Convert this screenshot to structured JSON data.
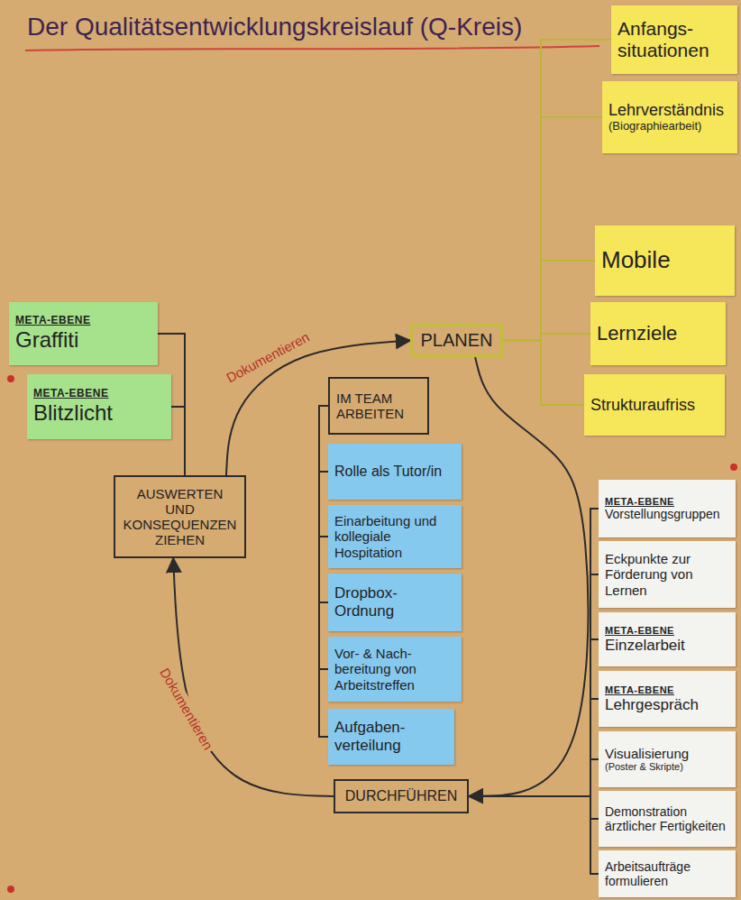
{
  "diagram": {
    "title": "Der Qualitätsentwicklungskreislauf (Q-Kreis)",
    "nodes": [
      {
        "text": [
          "PLANEN"
        ]
      },
      {
        "text": [
          "Anfangs- situationen"
        ]
      },
      {
        "text": [
          "Lehrverständnis",
          "(Biographiearbeit)"
        ]
      },
      {
        "text": [
          "Mobile"
        ]
      },
      {
        "text": [
          "Lernziele"
        ]
      },
      {
        "text": [
          "Strukturaufriss"
        ]
      },
      {
        "text": [
          "META-EBENE",
          "Graffiti"
        ]
      },
      {
        "text": [
          "META-EBENE",
          "Blitzlicht"
        ]
      },
      {
        "text": [
          "AUSWERTEN UND KONSEQUENZEN ZIEHEN"
        ]
      },
      {
        "text": [
          "IM TEAM ARBEITEN"
        ]
      },
      {
        "text": [
          "Rolle als Tutor/in"
        ]
      },
      {
        "text": [
          "Einarbeitung und kollegiale Hospitation"
        ]
      },
      {
        "text": [
          "Dropbox- Ordnung"
        ]
      },
      {
        "text": [
          "Vor- & Nach- bereitung von Arbeitstreffen"
        ]
      },
      {
        "text": [
          "Aufgaben- verteilung"
        ]
      },
      {
        "text": [
          "DURCHFÜHREN"
        ]
      },
      {
        "text": [
          "META-EBENE",
          "Vorstellungsgruppen"
        ]
      },
      {
        "text": [
          "Eckpunkte zur Förderung von Lernen"
        ]
      },
      {
        "text": [
          "META-EBENE",
          "Einzelarbeit"
        ]
      },
      {
        "text": [
          "META-EBENE",
          "Lehrgespräch"
        ]
      },
      {
        "text": [
          "Visualisierung",
          "(Poster & Skripte)"
        ]
      },
      {
        "text": [
          "Demonstration ärztlicher Fertigkeiten"
        ]
      },
      {
        "text": [
          "Arbeitsaufträge formulieren"
        ]
      }
    ],
    "edges": [
      {
        "from": 0,
        "to": 1,
        "arrow": "none"
      },
      {
        "from": 0,
        "to": 2,
        "arrow": "none"
      },
      {
        "from": 0,
        "to": 3,
        "arrow": "none"
      },
      {
        "from": 0,
        "to": 4,
        "arrow": "none"
      },
      {
        "from": 0,
        "to": 5,
        "arrow": "none"
      },
      {
        "from": 8,
        "to": 6,
        "arrow": "none"
      },
      {
        "from": 8,
        "to": 7,
        "arrow": "none"
      },
      {
        "from": 9,
        "to": 10,
        "arrow": "none"
      },
      {
        "from": 9,
        "to": 11,
        "arrow": "none"
      },
      {
        "from": 9,
        "to": 12,
        "arrow": "none"
      },
      {
        "from": 9,
        "to": 13,
        "arrow": "none"
      },
      {
        "from": 9,
        "to": 14,
        "arrow": "none"
      },
      {
        "from": 15,
        "to": 16,
        "arrow": "none"
      },
      {
        "from": 15,
        "to": 17,
        "arrow": "none"
      },
      {
        "from": 15,
        "to": 18,
        "arrow": "none"
      },
      {
        "from": 15,
        "to": 19,
        "arrow": "none"
      },
      {
        "from": 15,
        "to": 20,
        "arrow": "none"
      },
      {
        "from": 15,
        "to": 21,
        "arrow": "none"
      },
      {
        "from": 15,
        "to": 22,
        "arrow": "none"
      },
      {
        "from": 0,
        "to": 15,
        "arrow": "to"
      },
      {
        "from": 15,
        "to": 8,
        "arrow": "to",
        "label": "Dokumentieren"
      },
      {
        "from": 8,
        "to": 0,
        "arrow": "to",
        "label": "Dokumentieren"
      }
    ]
  }
}
